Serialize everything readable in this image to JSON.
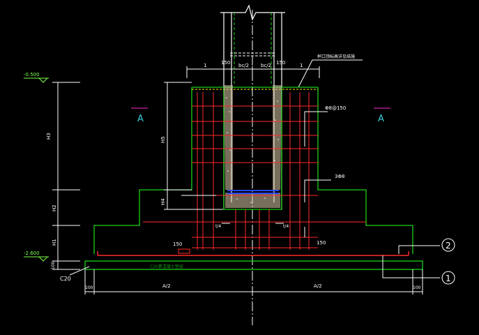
{
  "drawing": {
    "background": "#000000",
    "colors": {
      "green": "#19d219",
      "red": "#ff2a2a",
      "white": "#ffffff",
      "cyan": "#3ec9d6",
      "magenta": "#ff2bd1",
      "yellow": "#ffee00",
      "blue": "#2a48ff",
      "light_green": "#7cff4a",
      "concrete": "#d8c9a8"
    }
  },
  "labels": {
    "top_elev": "-0.500",
    "bot_elev": "-2.600",
    "section_a_left": "A",
    "section_a_right": "A",
    "dim_150_left": "150",
    "dim_bc2_left": "bc/2",
    "dim_bc2_right": "bc/2",
    "dim_150_right": "150",
    "dim_1_left": "1",
    "dim_1_right": "1",
    "cup_note": "杯口顶标高详见结施",
    "rebar_note_1": "Φ8@150",
    "rebar_note_2": "3Φ8",
    "h_label_total": "H3",
    "h_label_h5": "H5",
    "h_label_h4": "H4",
    "h_label_h2": "H2",
    "h_label_h1": "H1",
    "h_label_100": "100",
    "label_150_bottom": "150",
    "label_150_right": "150",
    "t_left": "t/4",
    "t_right": "t/4",
    "c20": "C20",
    "dim_100_left": "100",
    "dim_100_right": "100",
    "dim_a2_left": "A/2",
    "dim_a2_right": "A/2",
    "callout_1": "1",
    "callout_2": "2",
    "pad_text": "C20素混凝土垫层"
  }
}
